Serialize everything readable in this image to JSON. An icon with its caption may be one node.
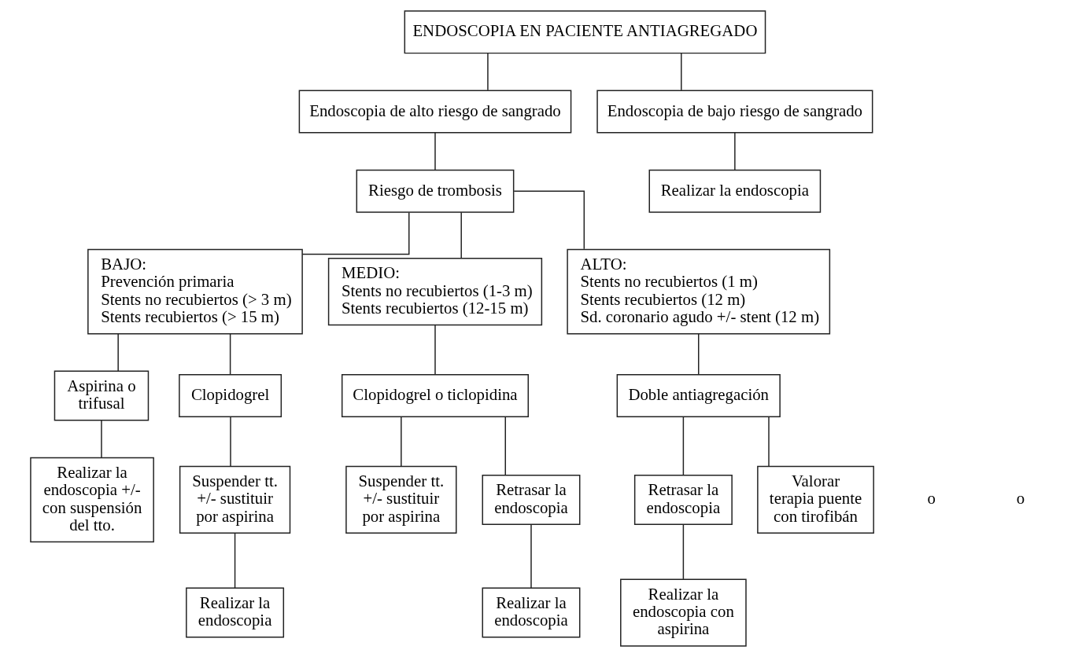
{
  "diagram": {
    "nodes": [
      {
        "text": [
          "ENDOSCOPIA EN PACIENTE ANTIAGREGADO"
        ]
      },
      {
        "text": [
          "Endoscopia de alto riesgo de sangrado"
        ]
      },
      {
        "text": [
          "Endoscopia de bajo riesgo de sangrado"
        ]
      },
      {
        "text": [
          "Riesgo de trombosis"
        ]
      },
      {
        "text": [
          "Realizar la endoscopia"
        ]
      },
      {
        "text": [
          "BAJO:",
          "Prevención primaria",
          "Stents no recubiertos (> 3 m)",
          "Stents recubiertos (> 15 m)"
        ]
      },
      {
        "text": [
          "MEDIO:",
          "Stents no recubiertos (1-3 m)",
          "Stents recubiertos (12-15 m)"
        ]
      },
      {
        "text": [
          "ALTO:",
          "Stents no recubiertos (1 m)",
          "Stents recubiertos (12 m)",
          "Sd. coronario agudo +/- stent (12 m)"
        ]
      },
      {
        "text": [
          "Aspirina o trifusal"
        ]
      },
      {
        "text": [
          "Clopidogrel"
        ]
      },
      {
        "text": [
          "Clopidogrel o ticlopidina"
        ]
      },
      {
        "text": [
          "Doble antiagregación"
        ]
      },
      {
        "text": [
          "Realizar la endoscopia +/- con suspensión del tto."
        ]
      },
      {
        "text": [
          "Suspender tt. +/- sustituir por aspirina"
        ]
      },
      {
        "text": [
          "Suspender tt. +/- sustituir por aspirina"
        ]
      },
      {
        "text": [
          "Retrasar la endoscopia"
        ]
      },
      {
        "text": [
          "Retrasar la endoscopia"
        ]
      },
      {
        "text": [
          "Valorar terapia puente con tirofibán"
        ]
      },
      {
        "text": [
          "Realizar la endoscopia"
        ]
      },
      {
        "text": [
          "Realizar la endoscopia"
        ]
      },
      {
        "text": [
          "Realizar la endoscopia con aspirina"
        ]
      }
    ],
    "edges": [
      {
        "from": 0,
        "to": 1,
        "arrow": "none"
      },
      {
        "from": 0,
        "to": 2,
        "arrow": "none"
      },
      {
        "from": 1,
        "to": 3,
        "arrow": "none"
      },
      {
        "from": 2,
        "to": 4,
        "arrow": "none"
      },
      {
        "from": 3,
        "to": 5,
        "arrow": "none"
      },
      {
        "from": 3,
        "to": 6,
        "arrow": "none"
      },
      {
        "from": 3,
        "to": 7,
        "arrow": "none"
      },
      {
        "from": 5,
        "to": 8,
        "arrow": "none"
      },
      {
        "from": 5,
        "to": 9,
        "arrow": "none"
      },
      {
        "from": 6,
        "to": 10,
        "arrow": "none"
      },
      {
        "from": 7,
        "to": 11,
        "arrow": "none"
      },
      {
        "from": 8,
        "to": 12,
        "arrow": "none"
      },
      {
        "from": 9,
        "to": 13,
        "arrow": "none"
      },
      {
        "from": 13,
        "to": 18,
        "arrow": "none"
      },
      {
        "from": 10,
        "to": 14,
        "arrow": "none"
      },
      {
        "from": 10,
        "to": 15,
        "arrow": "none"
      },
      {
        "from": 15,
        "to": 19,
        "arrow": "none"
      },
      {
        "from": 11,
        "to": 16,
        "arrow": "none"
      },
      {
        "from": 11,
        "to": 17,
        "arrow": "none"
      },
      {
        "from": 16,
        "to": 20,
        "arrow": "none"
      }
    ],
    "labels": [
      "o",
      "o"
    ]
  }
}
